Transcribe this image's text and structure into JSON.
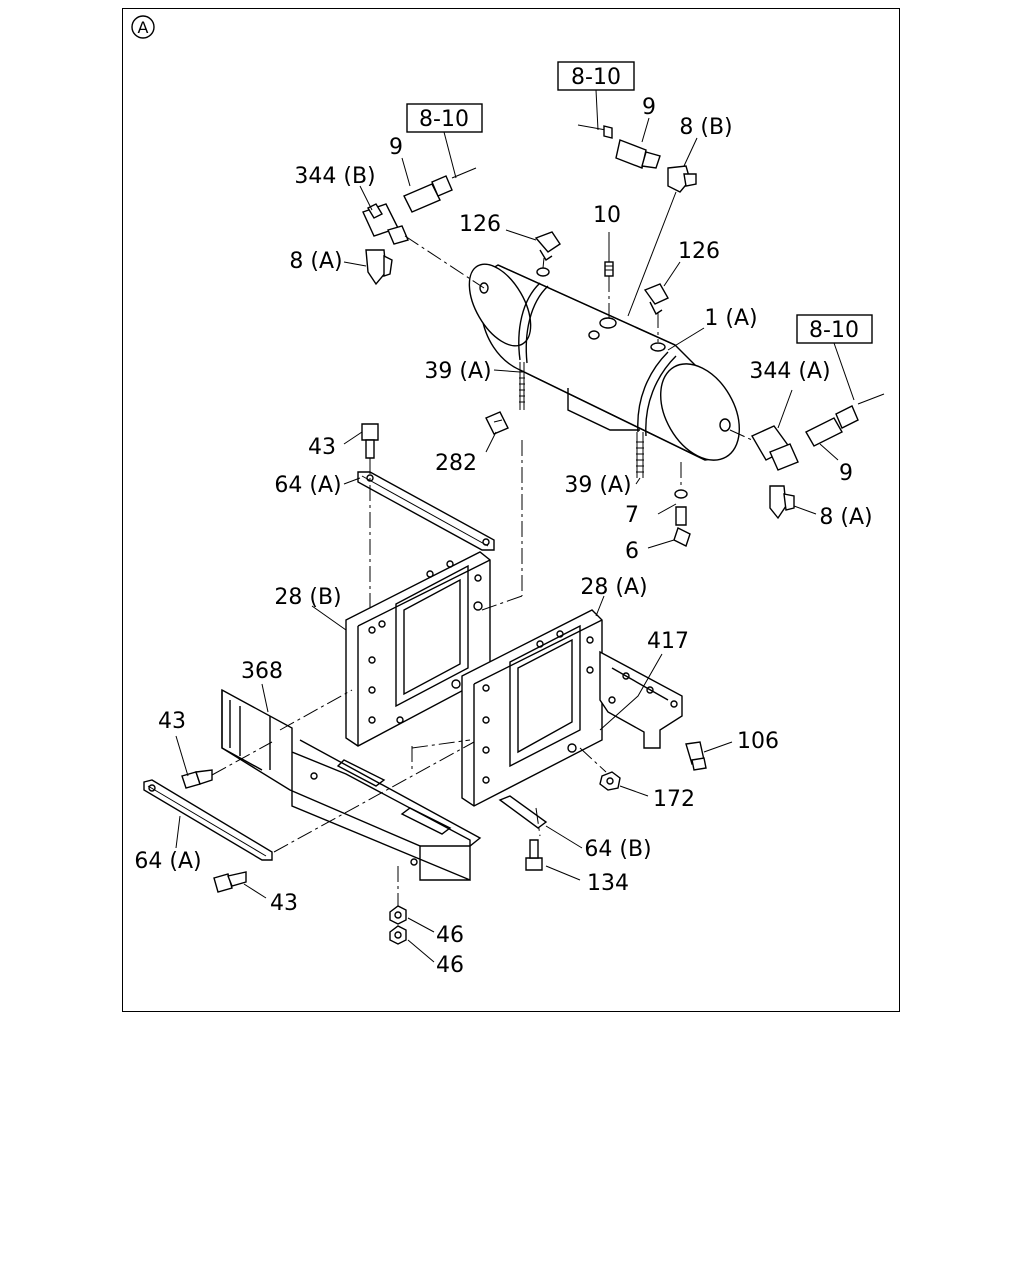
{
  "view_marker": "A",
  "refs": {
    "left": "8-10",
    "top": "8-10",
    "right": "8-10"
  },
  "labels": {
    "p9_left": "9",
    "p344b": "344 (B)",
    "p8a_left": "8 (A)",
    "p126_left": "126",
    "p10": "10",
    "p9_top": "9",
    "p8b": "8 (B)",
    "p126_right": "126",
    "p1a": "1 (A)",
    "p344a": "344 (A)",
    "p9_right": "9",
    "p8a_right": "8 (A)",
    "p39a_left": "39 (A)",
    "p39a_right": "39 (A)",
    "p43_top": "43",
    "p282": "282",
    "p64a_top": "64 (A)",
    "p7": "7",
    "p6": "6",
    "p28b": "28 (B)",
    "p28a": "28 (A)",
    "p417": "417",
    "p368": "368",
    "p43_mid": "43",
    "p106": "106",
    "p172": "172",
    "p64b": "64 (B)",
    "p64a_bottom": "64 (A)",
    "p134": "134",
    "p43_bottom": "43",
    "p46_a": "46",
    "p46_b": "46"
  }
}
